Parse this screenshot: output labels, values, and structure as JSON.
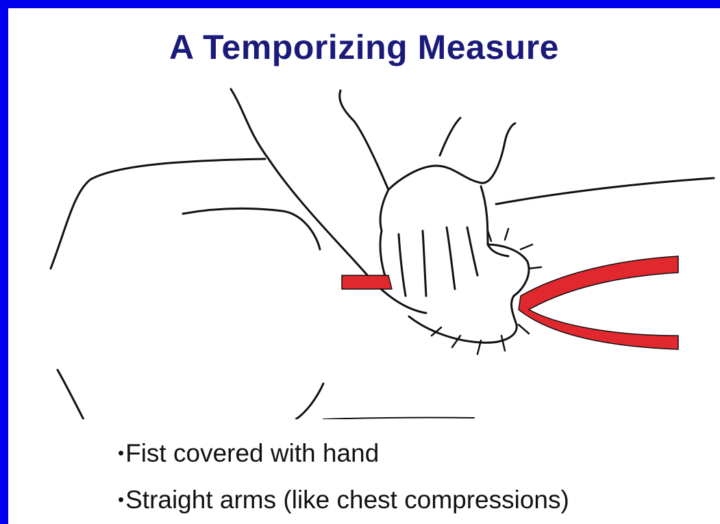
{
  "slide": {
    "title": "A Temporizing Measure",
    "bullets": [
      "Fist covered with hand",
      "Straight arms (like chest compressions)"
    ]
  },
  "colors": {
    "frame": "#0000ee",
    "title": "#1a1a7a",
    "vessel": "#e0282e"
  },
  "illustration": {
    "subject": "hand-covered fist pressing on bleeding vessel"
  }
}
